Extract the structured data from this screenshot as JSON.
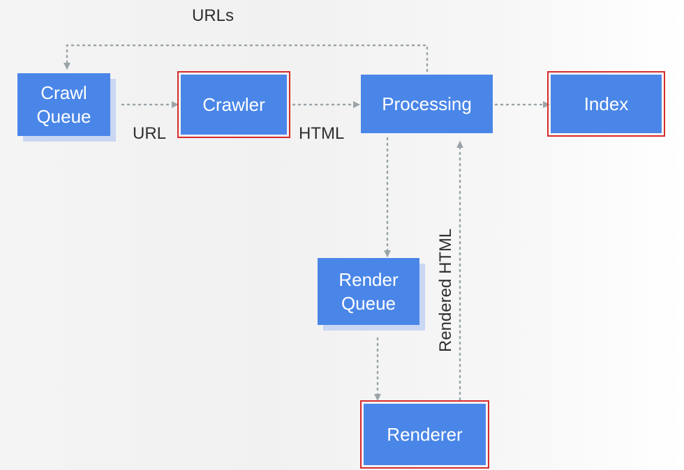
{
  "nodes": {
    "crawl_queue": "Crawl\nQueue",
    "crawler": "Crawler",
    "processing": "Processing",
    "index": "Index",
    "render_queue": "Render\nQueue",
    "renderer": "Renderer"
  },
  "edge_labels": {
    "urls": "URLs",
    "url": "URL",
    "html": "HTML",
    "rendered_html": "Rendered HTML"
  },
  "colors": {
    "node_fill": "#4a86e8",
    "node_shadow": "#c9d7f3",
    "highlight_outline": "#d62b2b",
    "edge": "#9aa4a8",
    "text_dark": "#2f2f2f"
  }
}
